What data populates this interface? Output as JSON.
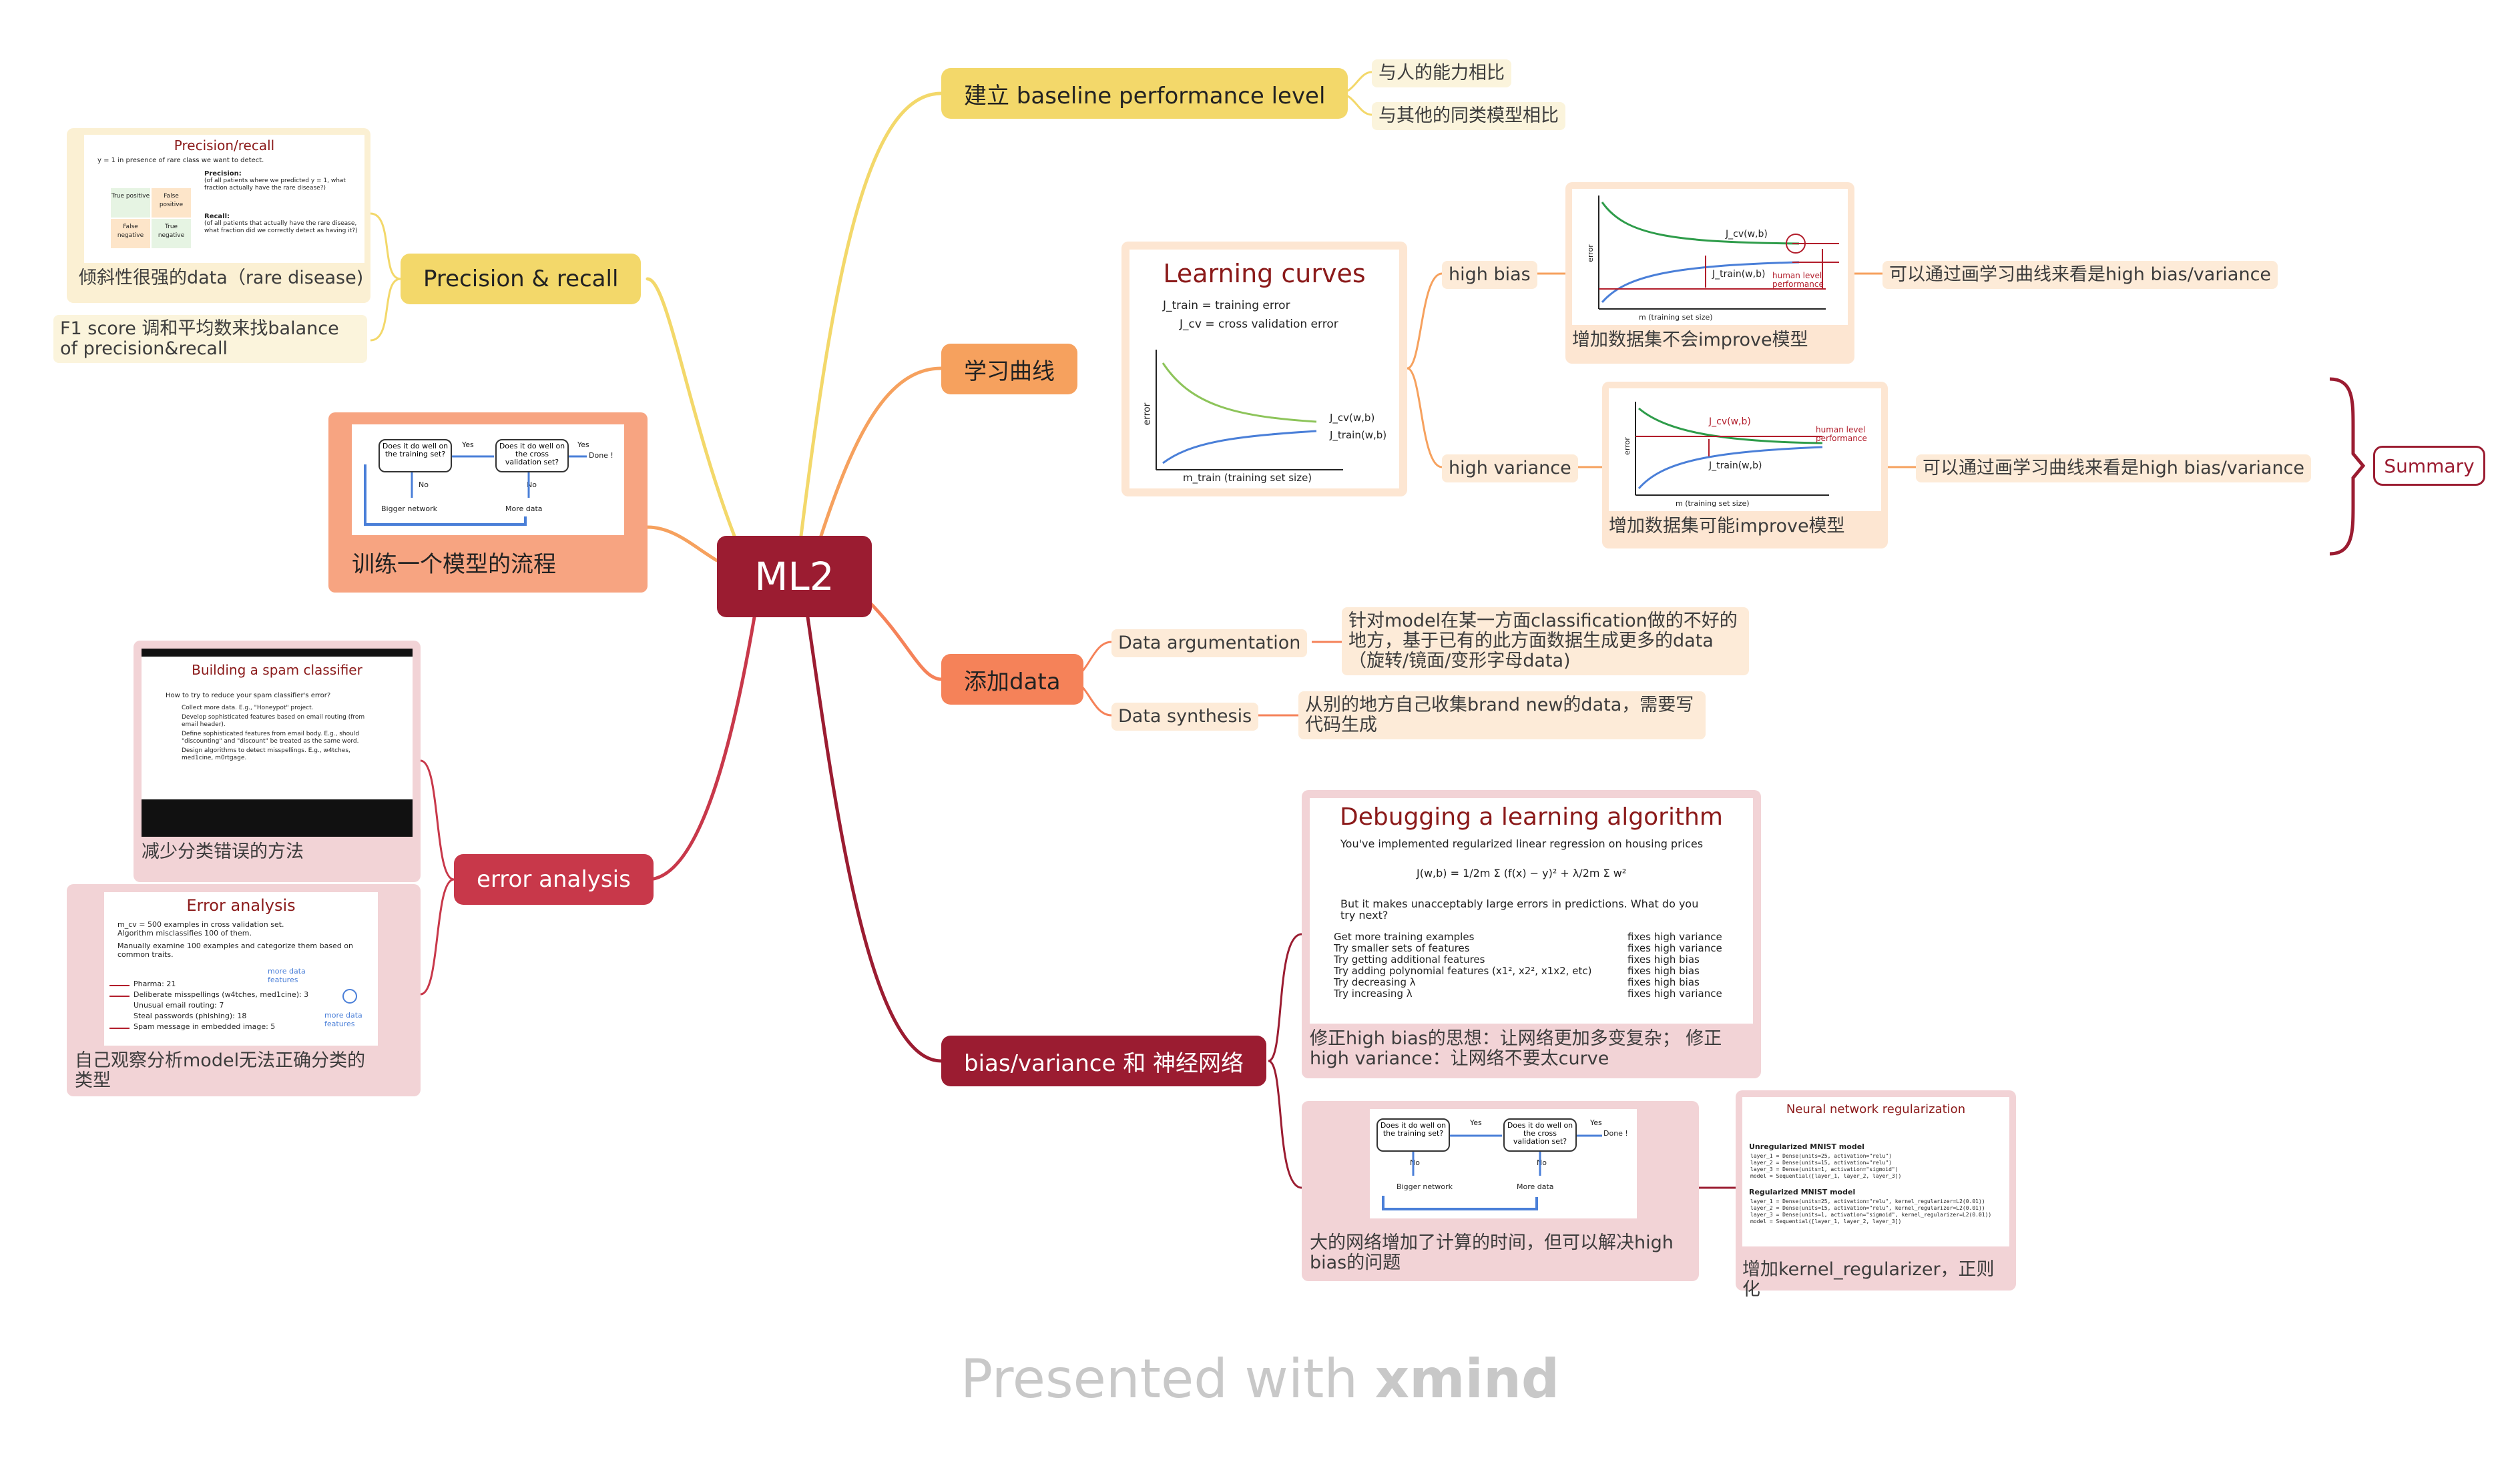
{
  "root": {
    "label": "ML2"
  },
  "branches": {
    "baseline": {
      "label": "建立 baseline performance level",
      "children": [
        "与人的能力相比",
        "与其他的同类模型相比"
      ]
    },
    "learning": {
      "label": "学习曲线",
      "card": {
        "title": "Learning curves",
        "legend_train": "J_train = training error",
        "legend_cv": "J_cv = cross validation error",
        "curve_cv": "J_cv(w,b)",
        "curve_train": "J_train(w,b)",
        "ylabel": "error",
        "xlabel": "m_train (training set size)"
      },
      "high_bias": {
        "label": "high bias",
        "caption": "增加数据集不会improve模型",
        "note": "可以通过画学习曲线来看是high bias/variance",
        "curve_cv": "J_cv(w,b)",
        "curve_train": "J_train(w,b)",
        "human": "human level performance",
        "ylabel": "error",
        "xlabel": "m (training set size)"
      },
      "high_variance": {
        "label": "high variance",
        "caption": "增加数据集可能improve模型",
        "note": "可以通过画学习曲线来看是high bias/variance",
        "curve_cv": "J_cv(w,b)",
        "curve_train": "J_train(w,b)",
        "human": "human level performance",
        "ylabel": "error",
        "xlabel": "m (training set size)"
      }
    },
    "add_data": {
      "label": "添加data",
      "argumentation": {
        "label": "Data argumentation",
        "note": "针对model在某一方面classification做的不好的地方，基于已有的此方面数据生成更多的data（旋转/镜面/变形字母data)"
      },
      "synthesis": {
        "label": "Data synthesis",
        "note": "从别的地方自己收集brand new的data，需要写代码生成"
      }
    },
    "bias_variance": {
      "label": "bias/variance 和 神经网络",
      "debug": {
        "title": "Debugging a learning algorithm",
        "line1": "You've implemented regularized linear regression on housing prices",
        "formula": "J(w,b) = 1/2m Σ (f(x) − y)² + λ/2m Σ w²",
        "line2": "But it makes unacceptably large errors in predictions. What do you try next?",
        "items": [
          {
            "a": "Get more training examples",
            "b": "fixes high variance"
          },
          {
            "a": "Try smaller sets of features",
            "b": "fixes high variance"
          },
          {
            "a": "Try getting additional features",
            "b": "fixes high bias"
          },
          {
            "a": "Try adding polynomial features (x1², x2², x1x2, etc)",
            "b": "fixes high bias"
          },
          {
            "a": "Try decreasing λ",
            "b": "fixes high bias"
          },
          {
            "a": "Try increasing λ",
            "b": "fixes high variance"
          }
        ],
        "caption": "修正high bias的思想：让网络更加多变复杂；     修正high variance：让网络不要太curve"
      },
      "flow": {
        "q1": "Does it do well on the training set?",
        "q2": "Does it do well on the cross validation set?",
        "yes": "Yes",
        "no": "No",
        "done": "Done !",
        "bigger": "Bigger network",
        "more": "More data",
        "caption": "大的网络增加了计算的时间，但可以解决high bias的问题"
      },
      "reg": {
        "title": "Neural network regularization",
        "unreg": "Unregularized MNIST model",
        "regd": "Regularized MNIST model",
        "code_unreg": [
          "layer_1 = Dense(units=25, activation=\"relu\")",
          "layer_2 = Dense(units=15, activation=\"relu\")",
          "layer_3 = Dense(units=1, activation=\"sigmoid\")",
          "model = Sequential([layer_1, layer_2, layer_3])"
        ],
        "code_reg": [
          "layer_1 = Dense(units=25, activation=\"relu\", kernel_regularizer=L2(0.01))",
          "layer_2 = Dense(units=15, activation=\"relu\", kernel_regularizer=L2(0.01))",
          "layer_3 = Dense(units=1, activation=\"sigmoid\", kernel_regularizer=L2(0.01))",
          "model = Sequential([layer_1, layer_2, layer_3])"
        ],
        "caption": "增加kernel_regularizer，正则化"
      }
    },
    "precision": {
      "label": "Precision & recall",
      "card": {
        "title": "Precision/recall",
        "sub": "y = 1 in presence of rare class we want to detect.",
        "prec_head": "Precision:",
        "prec_text": "(of all patients where we predicted y = 1, what fraction actually have the rare disease?)",
        "rec_head": "Recall:",
        "rec_text": "(of all patients that actually have the rare disease, what fraction did we correctly detect as having it?)",
        "cells": [
          "True positive",
          "False positive",
          "False negative",
          "True negative"
        ],
        "caption": "倾斜性很强的data（rare disease)"
      },
      "f1": "F1 score 调和平均数来找balance of precision&recall"
    },
    "train_flow": {
      "label": "训练一个模型的流程",
      "flow": {
        "q1": "Does it do well on the training set?",
        "q2": "Does it do well on the cross validation set?",
        "yes": "Yes",
        "no": "No",
        "done": "Done !",
        "bigger": "Bigger network",
        "more": "More data"
      }
    },
    "error_analysis": {
      "label": "error analysis",
      "spam": {
        "title": "Building a spam classifier",
        "q": "How to try to reduce your spam classifier's error?",
        "items": [
          "Collect more data. E.g., \"Honeypot\" project.",
          "Develop sophisticated features based on email routing (from email header).",
          "Define sophisticated features from email body. E.g., should \"discounting\" and \"discount\" be treated as the same word.",
          "Design algorithms to detect misspellings. E.g., w4tches, med1cine, m0rtgage."
        ],
        "caption": "减少分类错误的方法"
      },
      "ea": {
        "title": "Error analysis",
        "lines": [
          "m_cv = 500 examples in cross validation set.",
          "Algorithm misclassifies 100 of them.",
          "Manually examine 100 examples and categorize them based on common traits."
        ],
        "items": [
          "Pharma: 21",
          "Deliberate misspellings (w4tches, med1cine): 3",
          "Unusual email routing: 7",
          "Steal passwords (phishing): 18",
          "Spam message in embedded image: 5"
        ],
        "note1": "more data features",
        "note2": "more data features",
        "caption": "自己观察分析model无法正确分类的类型"
      }
    }
  },
  "summary": {
    "label": "Summary"
  },
  "footer": {
    "presented": "Presented with",
    "brand": "xmind"
  }
}
